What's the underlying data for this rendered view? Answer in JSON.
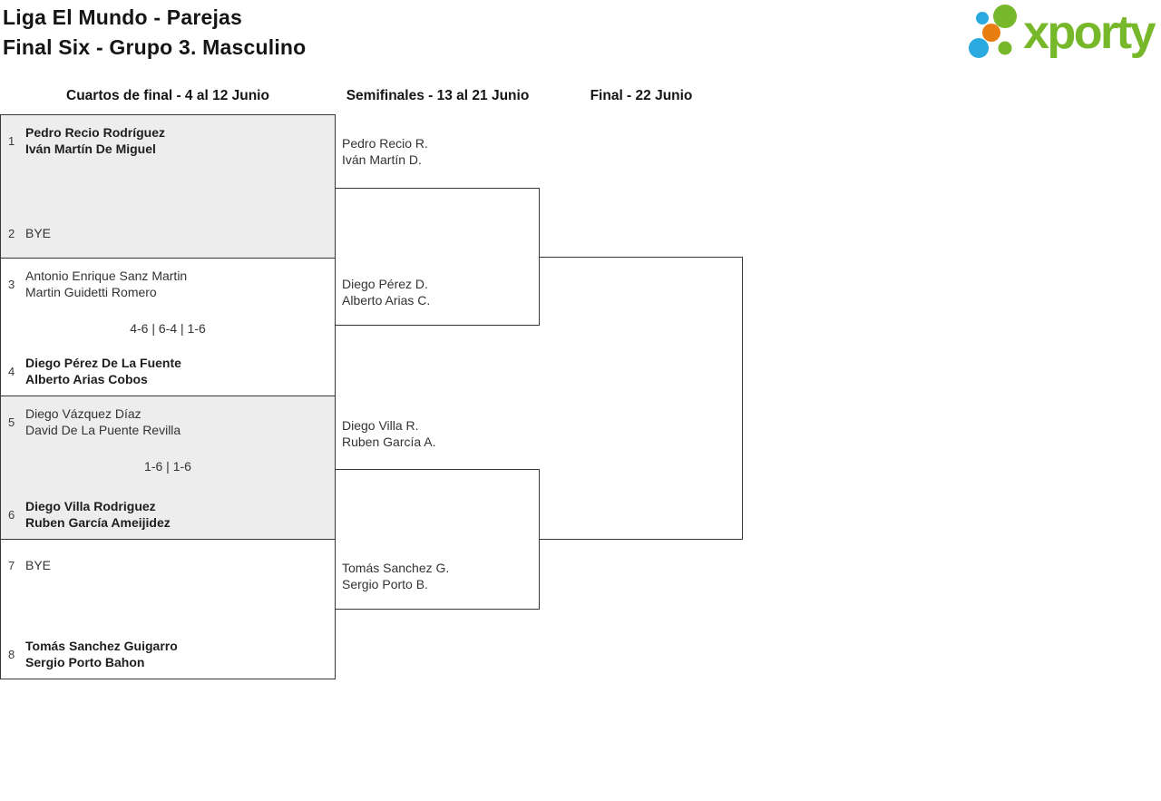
{
  "page": {
    "title_line1": "Liga El Mundo - Parejas",
    "title_line2": "Final Six - Grupo 3. Masculino"
  },
  "logo": {
    "text": "xporty",
    "colors": {
      "green": "#76b82a",
      "blue": "#2aa9e0",
      "orange": "#e87d12"
    }
  },
  "rounds": [
    {
      "label": "Cuartos de final - 4 al 12 Junio"
    },
    {
      "label": "Semifinales - 13 al 21 Junio"
    },
    {
      "label": "Final - 22 Junio"
    }
  ],
  "bracket": {
    "quarterfinals": [
      {
        "top": {
          "seed": "1",
          "players": [
            "Pedro Recio Rodríguez",
            "Iván Martín De Miguel"
          ],
          "winner": true
        },
        "bottom": {
          "seed": "2",
          "players": [
            "BYE"
          ],
          "winner": false
        },
        "score": ""
      },
      {
        "top": {
          "seed": "3",
          "players": [
            "Antonio Enrique Sanz Martin",
            "Martin Guidetti Romero"
          ],
          "winner": false
        },
        "bottom": {
          "seed": "4",
          "players": [
            "Diego Pérez De La Fuente",
            "Alberto Arias Cobos"
          ],
          "winner": true
        },
        "score": "4-6 | 6-4 | 1-6"
      },
      {
        "top": {
          "seed": "5",
          "players": [
            "Diego Vázquez Díaz",
            "David De La Puente Revilla"
          ],
          "winner": false
        },
        "bottom": {
          "seed": "6",
          "players": [
            "Diego Villa Rodriguez",
            "Ruben García Ameijidez"
          ],
          "winner": true
        },
        "score": "1-6 | 1-6"
      },
      {
        "top": {
          "seed": "7",
          "players": [
            "BYE"
          ],
          "winner": false
        },
        "bottom": {
          "seed": "8",
          "players": [
            "Tomás Sanchez Guigarro",
            "Sergio Porto Bahon"
          ],
          "winner": true
        },
        "score": ""
      }
    ],
    "semifinals": [
      {
        "top": [
          "Pedro Recio R.",
          "Iván Martín D."
        ],
        "bottom": [
          "Diego Pérez D.",
          "Alberto Arias C."
        ]
      },
      {
        "top": [
          "Diego Villa R.",
          "Ruben García A."
        ],
        "bottom": [
          "Tomás Sanchez G.",
          "Sergio Porto B."
        ]
      }
    ]
  },
  "theme": {
    "line_color": "#373737",
    "shaded_block_color": "#ededed",
    "text_color": "#333333"
  }
}
